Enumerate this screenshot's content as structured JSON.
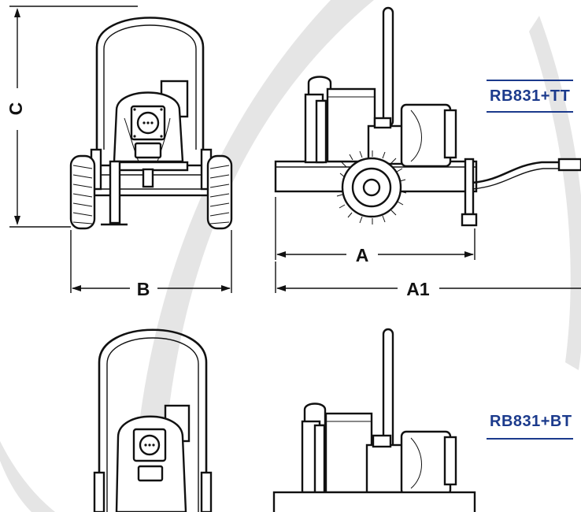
{
  "models": [
    {
      "label": "RB831+TT",
      "color": "#1b3a8c"
    },
    {
      "label": "RB831+BT",
      "color": "#1b3a8c"
    }
  ],
  "dimensions": {
    "a": "A",
    "a1": "A1",
    "b": "B",
    "c": "C"
  },
  "colors": {
    "line": "#111111",
    "watermark": "#d9d9d9",
    "accent": "#1b3a8c"
  }
}
